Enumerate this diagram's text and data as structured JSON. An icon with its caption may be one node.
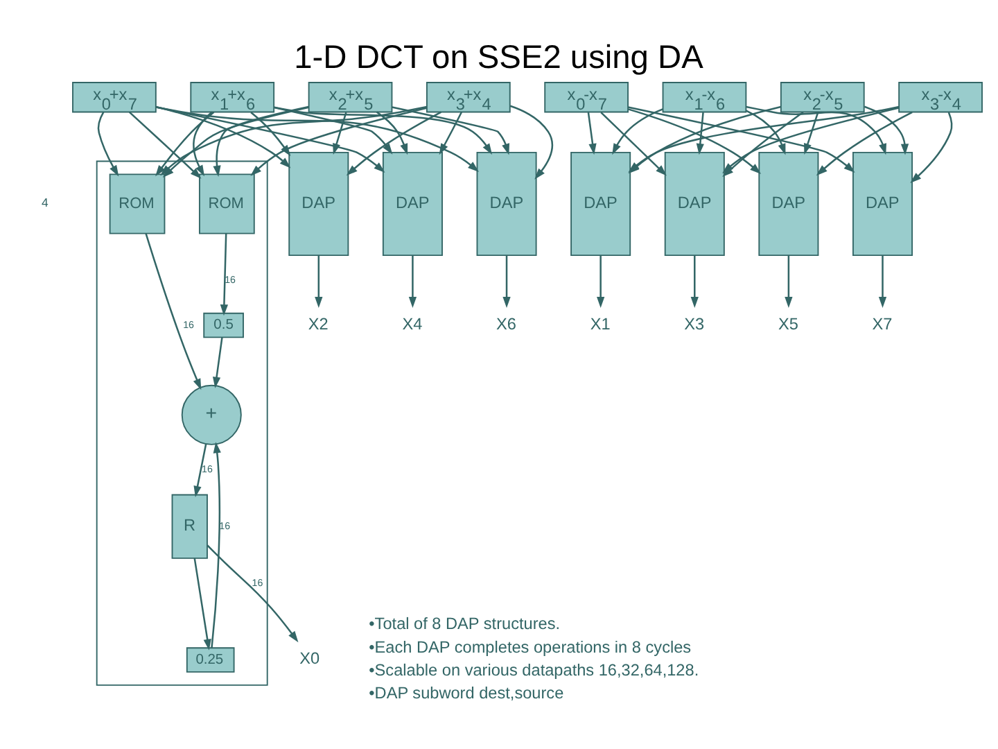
{
  "diagram": {
    "title": "1-D DCT on SSE2 using DA",
    "nodes": [
      {
        "text": [
          "x$_{0}$+x$_{7}$"
        ]
      },
      {
        "text": [
          "x$_{1}$+x$_{6}$"
        ]
      },
      {
        "text": [
          "x$_{2}$+x$_{5}$"
        ]
      },
      {
        "text": [
          "x$_{3}$+x$_{4}$"
        ]
      },
      {
        "text": [
          "x$_{0}$-x$_{7}$"
        ]
      },
      {
        "text": [
          "x$_{1}$-x$_{6}$"
        ]
      },
      {
        "text": [
          "x$_{2}$-x$_{5}$"
        ]
      },
      {
        "text": [
          "x$_{3}$-x$_{4}$"
        ]
      },
      {
        "text": [],
        "shape": "box"
      },
      {
        "text": [
          "ROM"
        ],
        "in": 8
      },
      {
        "text": [
          "ROM"
        ],
        "in": 8
      },
      {
        "text": [
          "0.5"
        ],
        "in": 8
      },
      {
        "text": [
          "+"
        ],
        "in": 8
      },
      {
        "text": [
          "R"
        ],
        "in": 8
      },
      {
        "text": [
          "0.25"
        ],
        "in": 8
      },
      {
        "text": [
          "DAP"
        ]
      },
      {
        "text": [
          "DAP"
        ]
      },
      {
        "text": [
          "DAP"
        ]
      },
      {
        "text": [
          "DAP"
        ]
      },
      {
        "text": [
          "DAP"
        ]
      },
      {
        "text": [
          "DAP"
        ]
      },
      {
        "text": [
          "DAP"
        ]
      },
      {
        "text": [
          "X2"
        ]
      },
      {
        "text": [
          "X4"
        ]
      },
      {
        "text": [
          "X6"
        ]
      },
      {
        "text": [
          "X1"
        ]
      },
      {
        "text": [
          "X3"
        ]
      },
      {
        "text": [
          "X5"
        ]
      },
      {
        "text": [
          "X7"
        ]
      },
      {
        "text": [
          "X0"
        ]
      }
    ],
    "edges": [
      {
        "from": 0,
        "to": 9,
        "arrow": "to"
      },
      {
        "from": 0,
        "to": 10,
        "arrow": "to"
      },
      {
        "from": 0,
        "to": 15,
        "arrow": "to"
      },
      {
        "from": 0,
        "to": 16,
        "arrow": "to"
      },
      {
        "from": 0,
        "to": 17,
        "arrow": "to"
      },
      {
        "from": 1,
        "to": 9,
        "arrow": "to"
      },
      {
        "from": 1,
        "to": 10,
        "arrow": "to"
      },
      {
        "from": 1,
        "to": 15,
        "arrow": "to"
      },
      {
        "from": 1,
        "to": 16,
        "arrow": "to"
      },
      {
        "from": 1,
        "to": 17,
        "arrow": "to"
      },
      {
        "from": 2,
        "to": 9,
        "arrow": "to"
      },
      {
        "from": 2,
        "to": 10,
        "arrow": "to"
      },
      {
        "from": 2,
        "to": 15,
        "arrow": "to"
      },
      {
        "from": 2,
        "to": 16,
        "arrow": "to"
      },
      {
        "from": 2,
        "to": 17,
        "arrow": "to"
      },
      {
        "from": 3,
        "to": 9,
        "arrow": "to"
      },
      {
        "from": 3,
        "to": 10,
        "arrow": "to"
      },
      {
        "from": 3,
        "to": 15,
        "arrow": "to"
      },
      {
        "from": 3,
        "to": 16,
        "arrow": "to"
      },
      {
        "from": 3,
        "to": 17,
        "arrow": "to"
      },
      {
        "from": 4,
        "to": 18,
        "arrow": "to"
      },
      {
        "from": 4,
        "to": 19,
        "arrow": "to"
      },
      {
        "from": 4,
        "to": 20,
        "arrow": "to"
      },
      {
        "from": 4,
        "to": 21,
        "arrow": "to"
      },
      {
        "from": 5,
        "to": 18,
        "arrow": "to"
      },
      {
        "from": 5,
        "to": 19,
        "arrow": "to"
      },
      {
        "from": 5,
        "to": 20,
        "arrow": "to"
      },
      {
        "from": 5,
        "to": 21,
        "arrow": "to"
      },
      {
        "from": 6,
        "to": 18,
        "arrow": "to"
      },
      {
        "from": 6,
        "to": 19,
        "arrow": "to"
      },
      {
        "from": 6,
        "to": 20,
        "arrow": "to"
      },
      {
        "from": 6,
        "to": 21,
        "arrow": "to"
      },
      {
        "from": 7,
        "to": 18,
        "arrow": "to"
      },
      {
        "from": 7,
        "to": 19,
        "arrow": "to"
      },
      {
        "from": 7,
        "to": 20,
        "arrow": "to"
      },
      {
        "from": 7,
        "to": 21,
        "arrow": "to"
      },
      {
        "from": 9,
        "to": 12,
        "arrow": "to",
        "label": "16"
      },
      {
        "from": 10,
        "to": 11,
        "arrow": "to",
        "label": "16"
      },
      {
        "from": 11,
        "to": 12,
        "arrow": "to"
      },
      {
        "from": 12,
        "to": 13,
        "arrow": "to",
        "label": "16"
      },
      {
        "from": 13,
        "to": 29,
        "arrow": "to",
        "label": "16"
      },
      {
        "from": 13,
        "to": 14,
        "arrow": "to"
      },
      {
        "from": 14,
        "to": 12,
        "arrow": "to",
        "label": "16"
      },
      {
        "from": 15,
        "to": 22,
        "arrow": "to"
      },
      {
        "from": 16,
        "to": 23,
        "arrow": "to"
      },
      {
        "from": 17,
        "to": 24,
        "arrow": "to"
      },
      {
        "from": 18,
        "to": 25,
        "arrow": "to"
      },
      {
        "from": 19,
        "to": 26,
        "arrow": "to"
      },
      {
        "from": 20,
        "to": 27,
        "arrow": "to"
      },
      {
        "from": 21,
        "to": 28,
        "arrow": "to"
      }
    ],
    "labels": [
      "4",
      "•Total of 8 DAP structures.",
      "•Each DAP completes operations in 8 cycles",
      "•Scalable on various datapaths 16,32,64,128.",
      "•DAP subword dest,source"
    ]
  }
}
